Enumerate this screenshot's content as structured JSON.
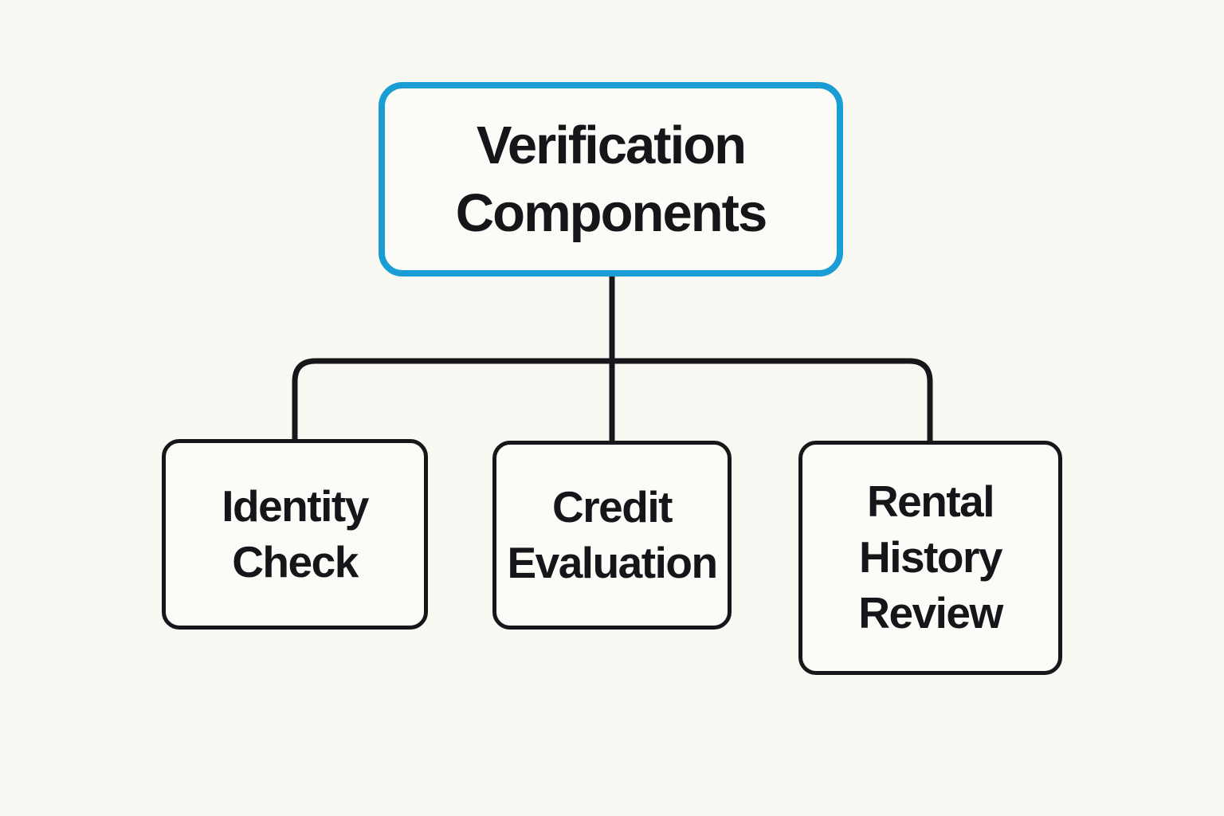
{
  "diagram": {
    "title": "Verification Components",
    "type": "tree",
    "root": {
      "id": "verification-components",
      "label": "Verification\nComponents"
    },
    "children": [
      {
        "id": "identity-check",
        "label": "Identity\nCheck"
      },
      {
        "id": "credit-evaluation",
        "label": "Credit\nEvaluation"
      },
      {
        "id": "rental-history-review",
        "label": "Rental\nHistory\nReview"
      }
    ]
  },
  "colors": {
    "accent_blue": "#1a9cd4",
    "node_border": "#17171b",
    "text": "#15151a",
    "connector": "#17171b",
    "background": "#faf8f3",
    "node_fill": "#fcfbf8"
  }
}
